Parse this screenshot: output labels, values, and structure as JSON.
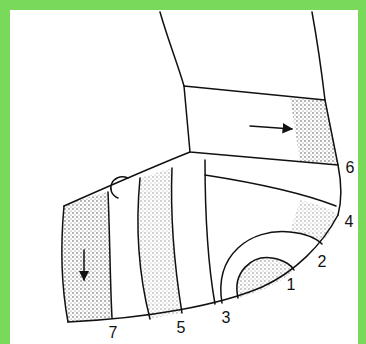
{
  "diagram": {
    "labels": [
      "6",
      "4",
      "2",
      "1",
      "3",
      "5",
      "7"
    ]
  }
}
